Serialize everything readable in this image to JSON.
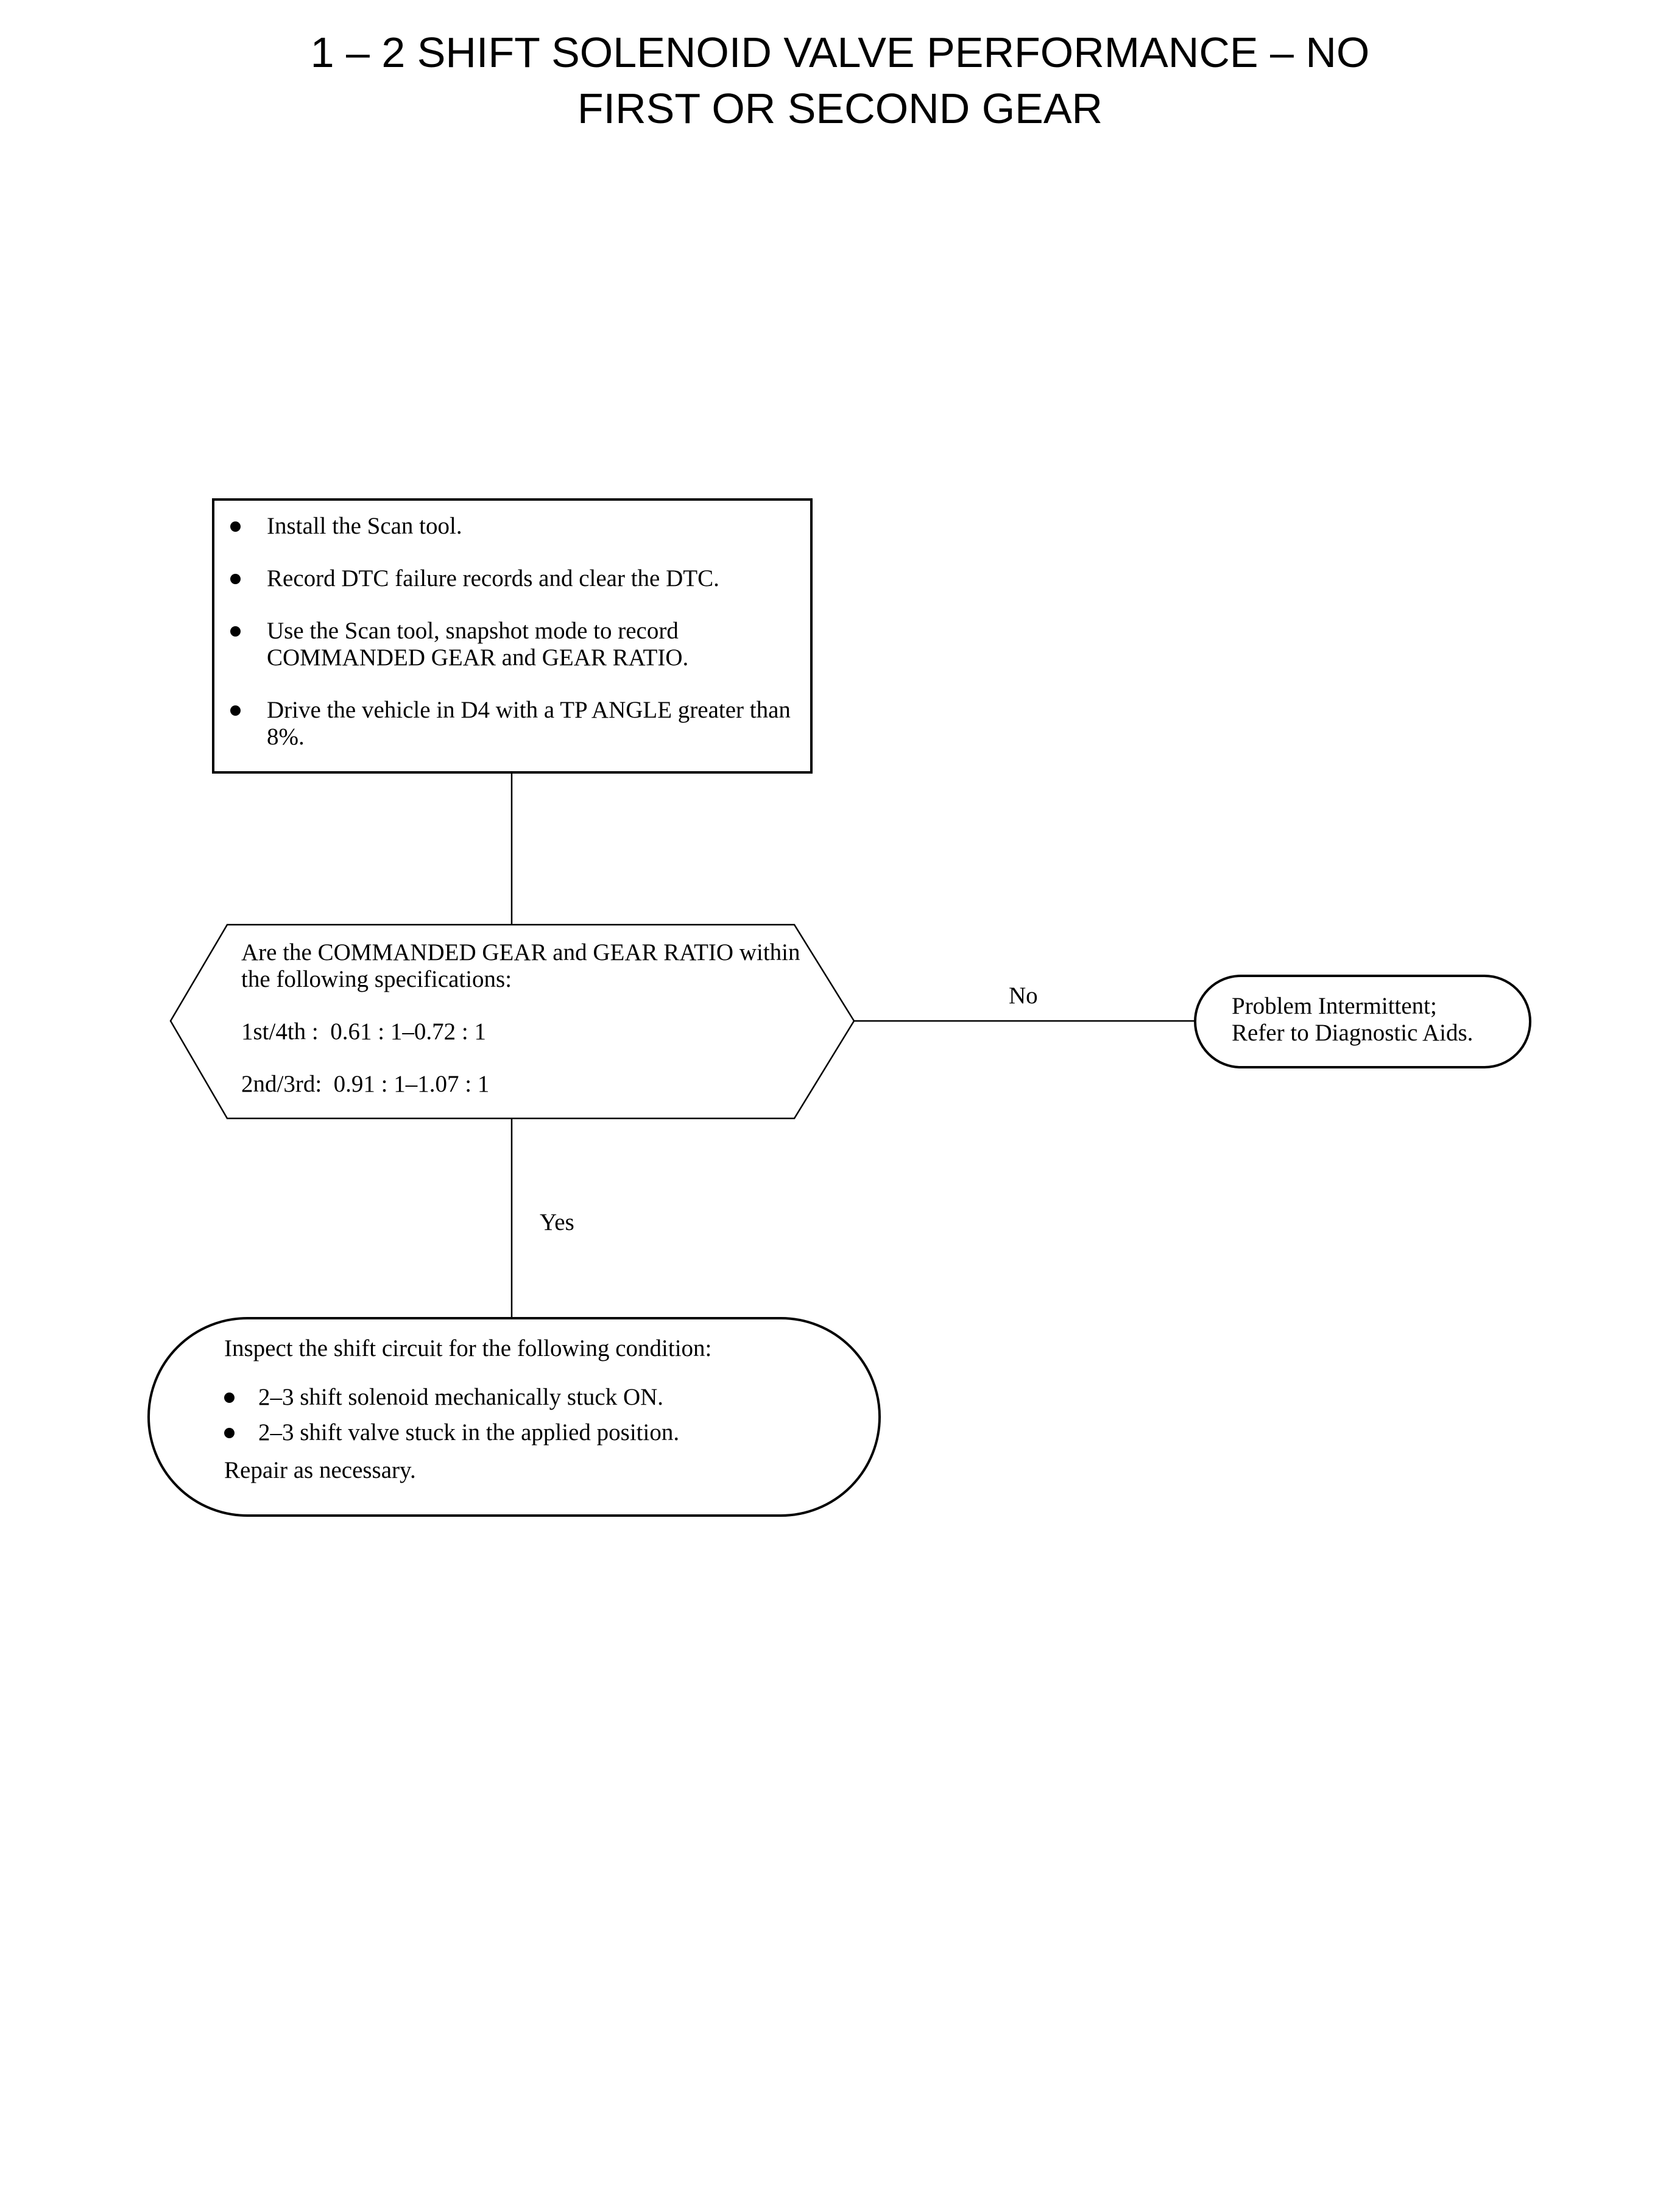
{
  "title": {
    "line1": "1 – 2 SHIFT SOLENOID VALVE PERFORMANCE – NO",
    "line2": "FIRST OR SECOND GEAR"
  },
  "step_box": {
    "items": [
      {
        "text": "Install the Scan tool."
      },
      {
        "text": "Record DTC failure records and clear the DTC."
      },
      {
        "text": "Use the Scan tool, snapshot mode to record COMMANDED GEAR and GEAR RATIO."
      },
      {
        "text": "Drive the vehicle in D4 with a TP ANGLE greater than 8%."
      }
    ]
  },
  "decision": {
    "question": "Are the COMMANDED GEAR and GEAR RATIO within the following specifications:",
    "spec_1": "1st/4th :  0.61 : 1–0.72 : 1",
    "spec_2": "2nd/3rd:  0.91 : 1–1.07 : 1"
  },
  "branch_labels": {
    "no": "No",
    "yes": "Yes"
  },
  "no_result": {
    "line1": "Problem Intermittent;",
    "line2": "Refer to Diagnostic Aids."
  },
  "yes_result": {
    "intro": "Inspect the shift circuit for the following condition:",
    "items": [
      {
        "text": "2–3 shift solenoid mechanically stuck ON."
      },
      {
        "text": "2–3 shift valve stuck in the applied position."
      }
    ],
    "closing": "Repair as necessary."
  }
}
